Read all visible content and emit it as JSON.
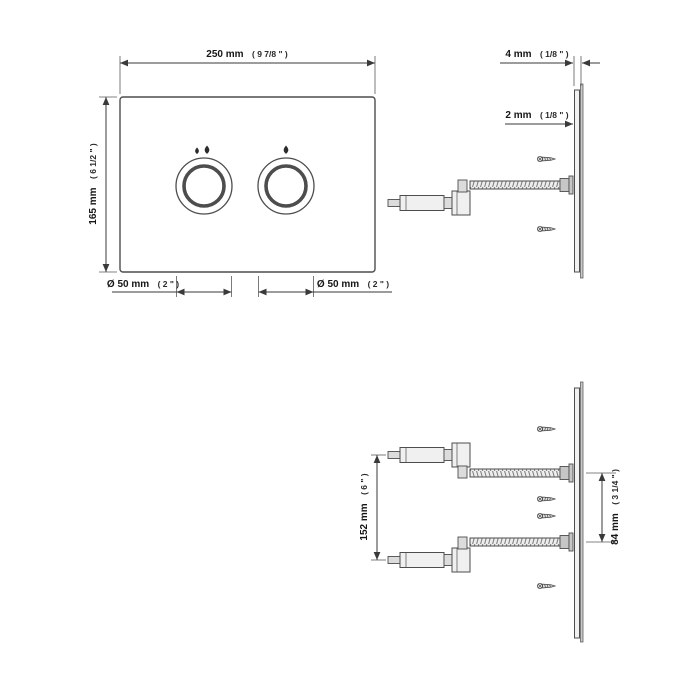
{
  "diagram": {
    "front": {
      "width": "250 mm",
      "width_in": "( 9 7/8 \" )",
      "height": "165 mm",
      "height_in": "( 6 1/2 \" )",
      "left_button": {
        "dia": "Ø 50 mm",
        "dia_in": "( 2 \" )"
      },
      "right_button": {
        "dia": "Ø 50 mm",
        "dia_in": "( 2 \" )"
      }
    },
    "side": {
      "total_thickness": "4 mm",
      "total_thickness_in": "( 1/8 \" )",
      "plate_thickness": "2 mm",
      "plate_thickness_in": "( 1/8 \" )"
    },
    "back": {
      "rod_spacing": "152 mm",
      "rod_spacing_in": "( 6 \" )",
      "hole_spacing": "84 mm",
      "hole_spacing_in": "( 3 1/4 \" )"
    }
  }
}
